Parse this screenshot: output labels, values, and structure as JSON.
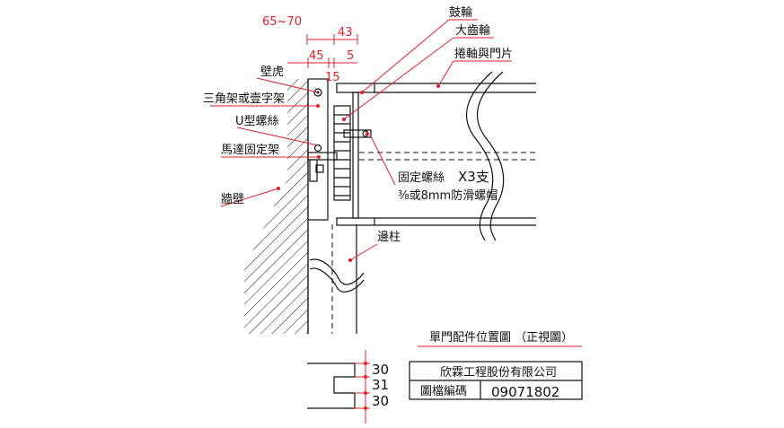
{
  "labels": {
    "drum": "鼓輪",
    "big_gear": "大齒輪",
    "shaft_door": "捲軸與門片",
    "wall_anchor": "壁虎",
    "bracket": "三角架或壹字架",
    "u_bolt": "U型螺絲",
    "motor_mount": "馬達固定架",
    "wall": "牆壁",
    "fix_bolt": "固定螺絲",
    "fix_bolt_qty": "X3支",
    "bolt_spec": "⅜或8mm防滑螺帽",
    "side_post": "邊柱"
  },
  "dimensions": {
    "d1": "65~70",
    "d2": "43",
    "d3": "45",
    "d4": "5",
    "d5": "15",
    "h1": "30",
    "h2": "31",
    "h3": "30"
  },
  "title_block": {
    "drawing_title": "單門配件位置圖  （正視圖）",
    "company": "欣霖工程股份有限公司",
    "file_no_label": "圖檔編碼",
    "file_no": "09071802"
  },
  "colors": {
    "line": "#111111",
    "dimension": "#e0202a"
  }
}
